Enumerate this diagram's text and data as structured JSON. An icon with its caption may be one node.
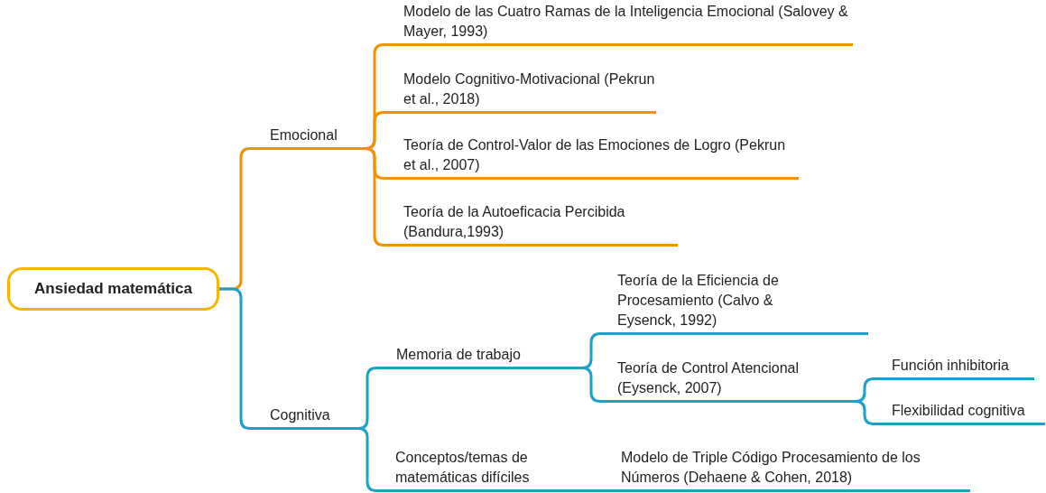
{
  "diagram": {
    "nodes": [
      {
        "text": [
          "Ansiedad matemática"
        ]
      },
      {
        "text": [
          "Emocional"
        ]
      },
      {
        "text": [
          "Modelo de las Cuatro Ramas de la Inteligencia Emocional (Salovey & Mayer, 1993)"
        ]
      },
      {
        "text": [
          "Modelo Cognitivo-Motivacional (Pekrun et al., 2018)"
        ]
      },
      {
        "text": [
          "Teoría de Control-Valor de las Emociones de Logro (Pekrun et al., 2007)"
        ]
      },
      {
        "text": [
          "Teoría de la Autoeficacia Percibida (Bandura,1993)"
        ]
      },
      {
        "text": [
          "Cognitiva"
        ]
      },
      {
        "text": [
          "Memoria de trabajo"
        ]
      },
      {
        "text": [
          "Teoría de la Eficiencia de Procesamiento (Calvo & Eysenck, 1992)"
        ]
      },
      {
        "text": [
          "Teoría de Control Atencional (Eysenck, 2007)"
        ]
      },
      {
        "text": [
          "Función inhibitoria"
        ]
      },
      {
        "text": [
          "Flexibilidad cognitiva"
        ]
      },
      {
        "text": [
          "Conceptos/temas de matemáticas difíciles"
        ]
      },
      {
        "text": [
          "Modelo de Triple Código Procesamiento de los Números (Dehaene & Cohen, 2018)"
        ]
      }
    ],
    "edges": [
      {
        "from": 0,
        "to": 1,
        "arrow": "none",
        "color": "#f39200"
      },
      {
        "from": 1,
        "to": 2,
        "arrow": "none",
        "color": "#f39200"
      },
      {
        "from": 1,
        "to": 3,
        "arrow": "none",
        "color": "#f39200"
      },
      {
        "from": 1,
        "to": 4,
        "arrow": "none",
        "color": "#f39200"
      },
      {
        "from": 1,
        "to": 5,
        "arrow": "none",
        "color": "#f39200"
      },
      {
        "from": 0,
        "to": 6,
        "arrow": "none"
      },
      {
        "from": 6,
        "to": 7,
        "arrow": "none"
      },
      {
        "from": 6,
        "to": 12,
        "arrow": "none"
      },
      {
        "from": 7,
        "to": 8,
        "arrow": "none"
      },
      {
        "from": 7,
        "to": 9,
        "arrow": "none"
      },
      {
        "from": 9,
        "to": 10,
        "arrow": "none"
      },
      {
        "from": 9,
        "to": 11,
        "arrow": "none"
      },
      {
        "from": 12,
        "to": 13,
        "arrow": "none"
      }
    ]
  }
}
